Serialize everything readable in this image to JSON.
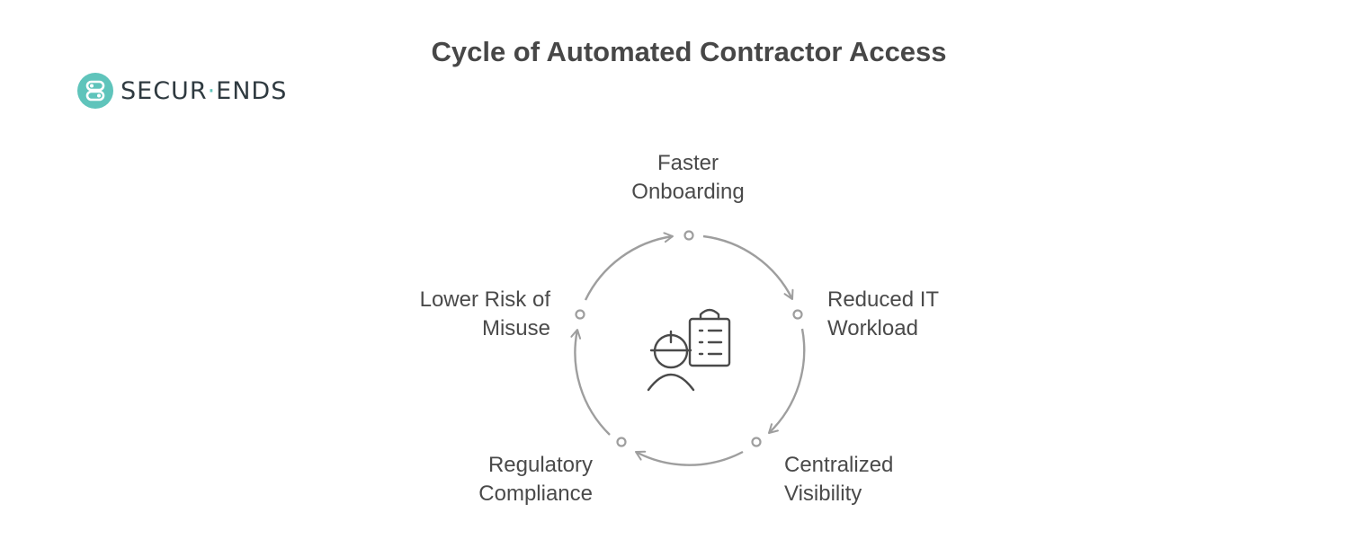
{
  "title": "Cycle of Automated Contractor Access",
  "logo": {
    "text_left": "SECUR",
    "separator": "·",
    "text_right": "ENDS",
    "accent_color": "#5fc4bb"
  },
  "center_icon": "contractor-with-clipboard-icon",
  "stages": [
    {
      "line1": "Faster",
      "line2": "Onboarding"
    },
    {
      "line1": "Reduced IT",
      "line2": "Workload"
    },
    {
      "line1": "Centralized",
      "line2": "Visibility"
    },
    {
      "line1": "Regulatory",
      "line2": "Compliance"
    },
    {
      "line1": "Lower Risk of",
      "line2": "Misuse"
    }
  ],
  "colors": {
    "cycle_stroke": "#9e9e9e",
    "icon_stroke": "#4a4a4a",
    "text": "#4a4a4a"
  }
}
